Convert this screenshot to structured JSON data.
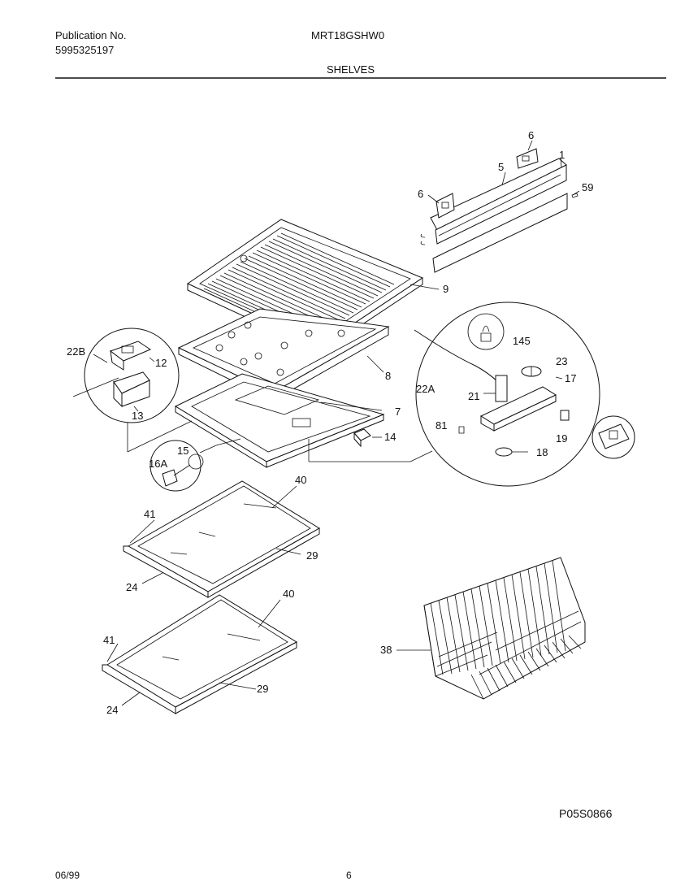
{
  "header": {
    "publication_label": "Publication No.",
    "publication_number": "5995325197",
    "model": "MRT18GSHW0",
    "section": "SHELVES"
  },
  "callouts": {
    "c6a": "6",
    "c6b": "6",
    "c5": "5",
    "c1": "1",
    "c59": "59",
    "c9": "9",
    "c8": "8",
    "c7": "7",
    "c14": "14",
    "c22B": "22B",
    "c12": "12",
    "c13": "13",
    "c15": "15",
    "c16A": "16A",
    "c145": "145",
    "c22A": "22A",
    "c23": "23",
    "c17": "17",
    "c21": "21",
    "c81": "81",
    "c19": "19",
    "c18": "18",
    "c40a": "40",
    "c41a": "41",
    "c29a": "29",
    "c24a": "24",
    "c40b": "40",
    "c41b": "41",
    "c29b": "29",
    "c24b": "24",
    "c38": "38"
  },
  "footer": {
    "figure_code": "P05S0866",
    "date": "06/99",
    "page": "6"
  }
}
